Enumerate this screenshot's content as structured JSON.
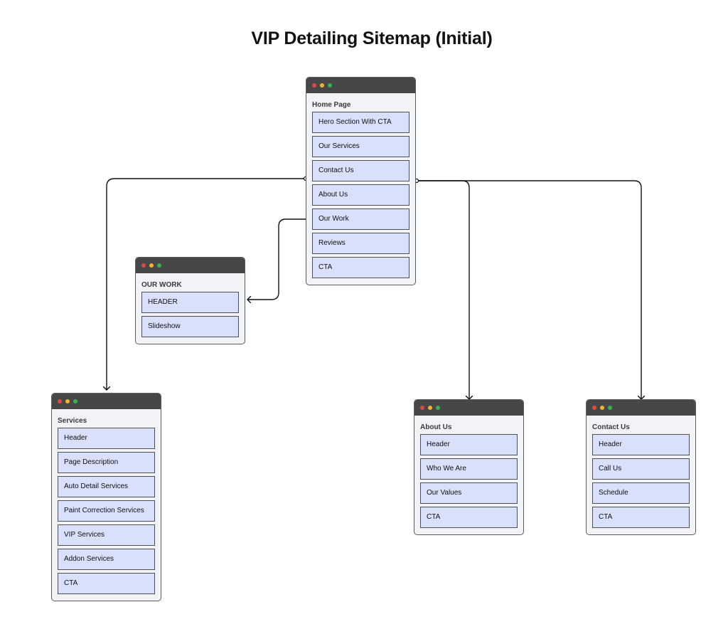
{
  "title": "VIP Detailing Sitemap (Initial)",
  "window_dot_colors": [
    "#e04848",
    "#f2b229",
    "#35b24e"
  ],
  "line_color": "#111111",
  "cards": {
    "home": {
      "label": "Home Page",
      "items": [
        "Hero Section With CTA",
        "Our Services",
        "Contact Us",
        "About Us",
        "Our Work",
        "Reviews",
        "CTA"
      ]
    },
    "our_work": {
      "label": "OUR WORK",
      "items": [
        "HEADER",
        "Slideshow"
      ]
    },
    "services": {
      "label": "Services",
      "items": [
        "Header",
        "Page Description",
        "Auto Detail Services",
        "Paint Correction Services",
        "VIP Services",
        "Addon Services",
        "CTA"
      ]
    },
    "about_us": {
      "label": "About Us",
      "items": [
        "Header",
        "Who We Are",
        "Our Values",
        "CTA"
      ]
    },
    "contact_us": {
      "label": "Contact Us",
      "items": [
        "Header",
        "Call Us",
        "Schedule",
        "CTA"
      ]
    }
  },
  "connections": [
    {
      "from": "Home Page",
      "to": "Services"
    },
    {
      "from": "Our Work",
      "to": "OUR WORK"
    },
    {
      "from": "Home Page",
      "to": "About Us"
    },
    {
      "from": "Home Page",
      "to": "Contact Us"
    }
  ]
}
